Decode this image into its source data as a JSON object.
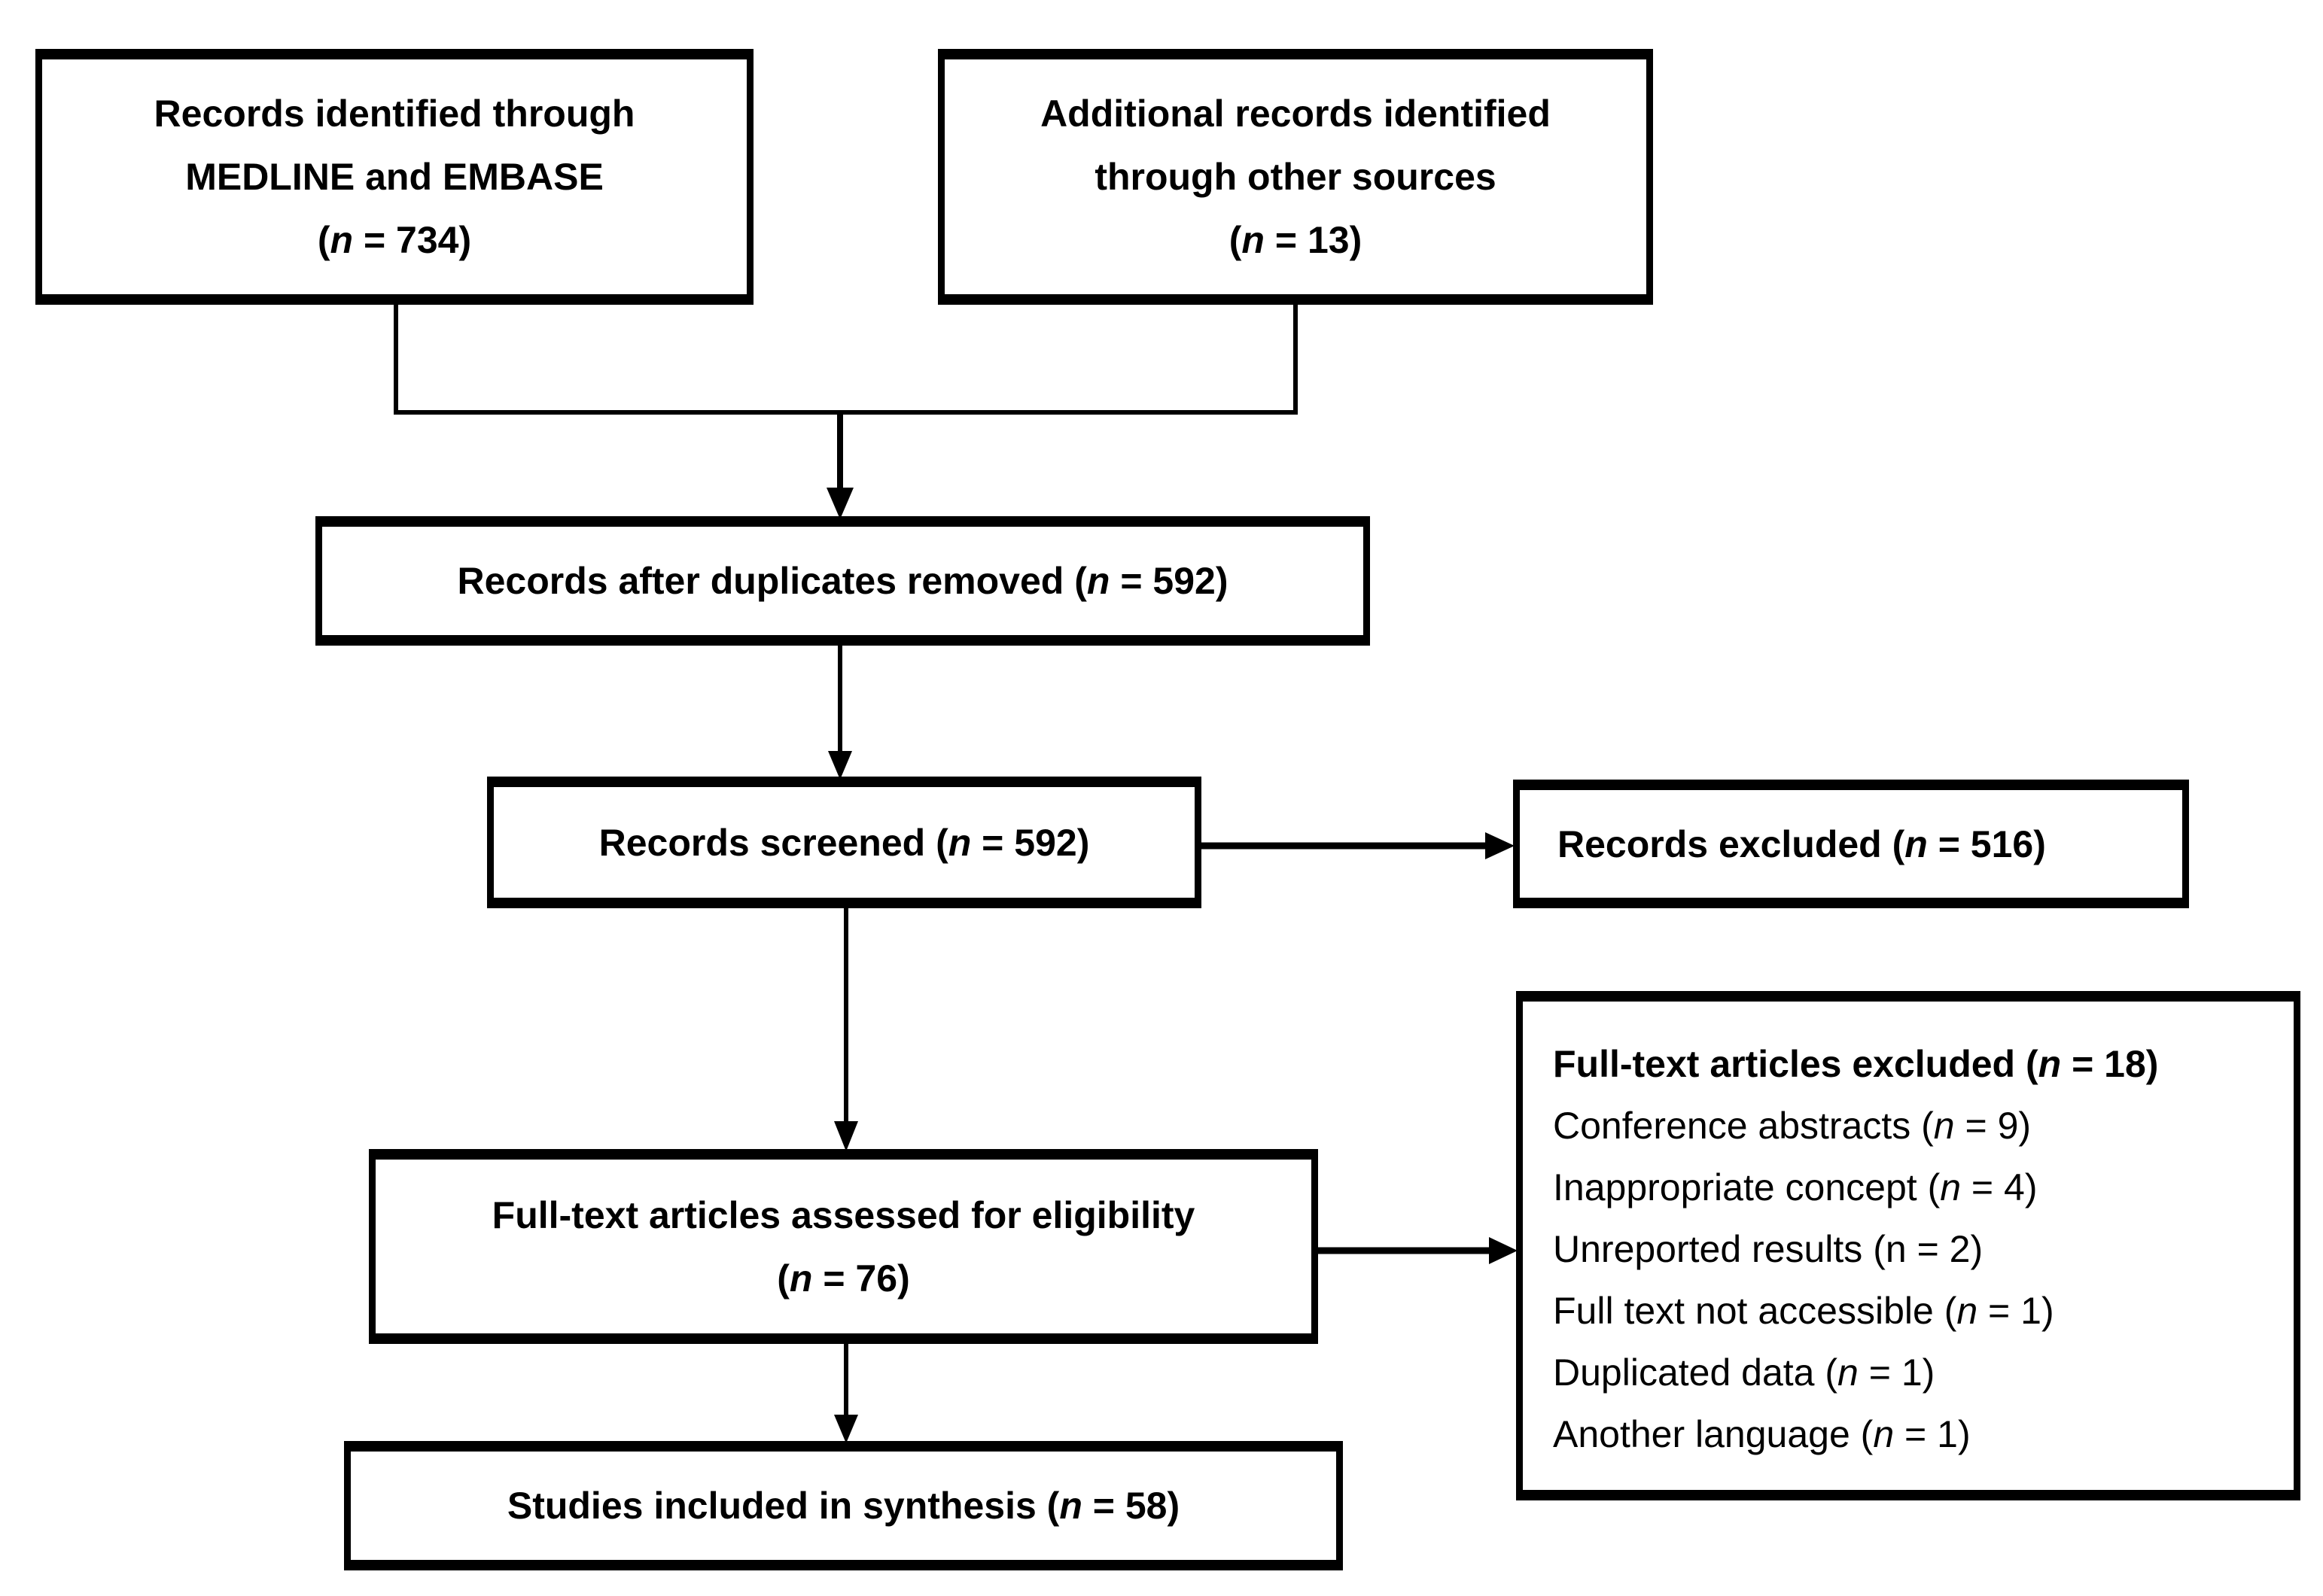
{
  "boxes": {
    "identified_db": {
      "line1": "Records identified through",
      "line2": "MEDLINE and EMBASE",
      "n": "734"
    },
    "identified_other": {
      "line1": "Additional records identified",
      "line2": "through other sources",
      "n": "13"
    },
    "after_duplicates": {
      "label": "Records after duplicates removed",
      "n": "592"
    },
    "screened": {
      "label": "Records screened",
      "n": "592"
    },
    "excluded": {
      "label": "Records excluded",
      "n": "516"
    },
    "fulltext_assessed": {
      "line1": "Full-text articles assessed for eligibility",
      "n": "76"
    },
    "included": {
      "label": "Studies included in synthesis",
      "n": "58"
    },
    "fulltext_excluded": {
      "title": "Full-text articles excluded",
      "n": "18",
      "reasons": [
        {
          "label": "Conference abstracts",
          "n": "9",
          "italic_n": true
        },
        {
          "label": "Inappropriate concept",
          "n": "4",
          "italic_n": true
        },
        {
          "label": "Unreported results",
          "n": "2",
          "italic_n": false
        },
        {
          "label": "Full text not accessible",
          "n": "1",
          "italic_n": true
        },
        {
          "label": "Duplicated data",
          "n": "1",
          "italic_n": true
        },
        {
          "label": "Another language",
          "n": "1",
          "italic_n": true
        }
      ]
    }
  },
  "n_symbol": "n"
}
